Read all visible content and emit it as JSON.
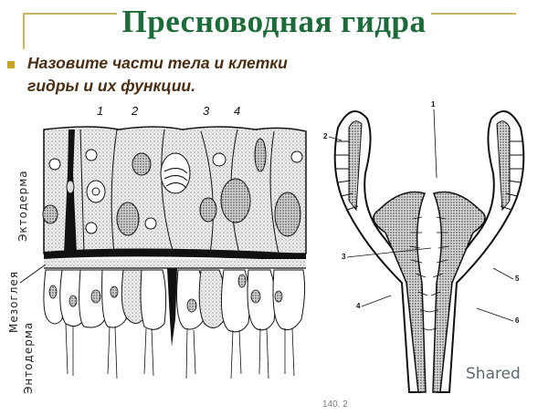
{
  "slide": {
    "title": "Пресноводная гидра",
    "bullets": [
      {
        "text": "Назовите части тела и клетки гидры и их функции."
      }
    ],
    "colors": {
      "title": "#1e6b3a",
      "bullet_text": "#4a2e12",
      "bullet_marker": "#c9a227",
      "decor_line": "#c8b560"
    }
  },
  "figure_left": {
    "layer_labels": {
      "ectoderm": "Эктодерма",
      "mesoglea": "Мезоглея",
      "endoderm": "Энтодерма"
    },
    "numbers": [
      "1",
      "2",
      "3",
      "4"
    ]
  },
  "figure_right": {
    "numbers": [
      "1",
      "2",
      "3",
      "4",
      "5",
      "6"
    ]
  },
  "watermark": {
    "text": "Shared"
  },
  "caption": {
    "text": "140. 2"
  }
}
